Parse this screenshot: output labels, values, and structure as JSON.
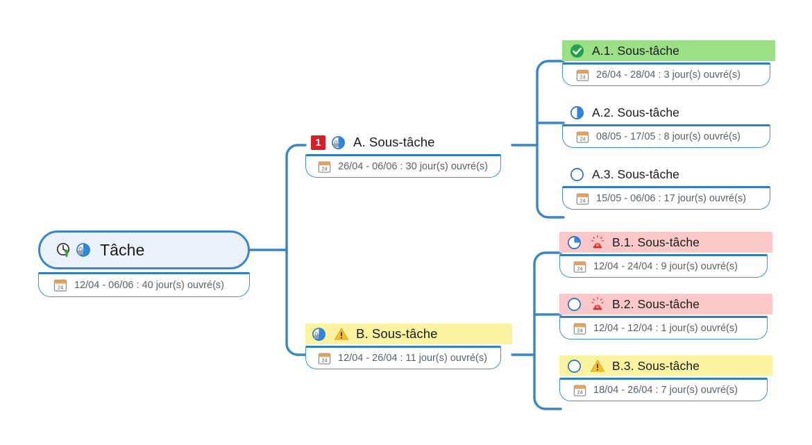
{
  "diagram": {
    "type": "mindmap-gantt",
    "language": "fr",
    "canvas_color": "#ffffff",
    "connector_color": "#3686c8",
    "accent_blue": "#3686c8",
    "highlight_colors": {
      "green": "#9be087",
      "yellow": "#fcf3a0",
      "pink": "#fac8c8"
    }
  },
  "root": {
    "label": "Tâche",
    "date_text": "12/04 - 06/06 : 40 jour(s) ouvré(s)",
    "start": "12/04",
    "end": "06/06",
    "working_days": 40,
    "highlight": "none",
    "icons": [
      "clock-arrow-icon",
      "pie-progress-locked-icon",
      "calendar-icon"
    ],
    "progress_percent": 75,
    "locked": true
  },
  "branches": [
    {
      "id": "a",
      "label": "A. Sous-tâche",
      "date_text": "26/04 - 06/06 : 30 jour(s) ouvré(s)",
      "start": "26/04",
      "end": "06/06",
      "working_days": 30,
      "highlight": "none",
      "priority": "1",
      "icons": [
        "priority-badge-icon",
        "pie-progress-locked-icon",
        "calendar-icon"
      ],
      "progress_percent": 50,
      "locked": true
    },
    {
      "id": "b",
      "label": "B. Sous-tâche",
      "date_text": "12/04 - 26/04 : 11 jour(s) ouvré(s)",
      "start": "12/04",
      "end": "26/04",
      "working_days": 11,
      "highlight": "yellow",
      "priority": null,
      "icons": [
        "pie-progress-locked-icon",
        "warning-triangle-icon",
        "calendar-icon"
      ],
      "progress_percent": 75,
      "locked": true
    }
  ],
  "leaves": [
    {
      "id": "a1",
      "parent": "a",
      "label": "A.1. Sous-tâche",
      "date_text": "26/04 - 28/04 : 3 jour(s) ouvré(s)",
      "start": "26/04",
      "end": "28/04",
      "working_days": 3,
      "highlight": "green",
      "icons": [
        "check-circle-icon",
        "calendar-icon"
      ],
      "progress_percent": 100,
      "alert": null
    },
    {
      "id": "a2",
      "parent": "a",
      "label": "A.2. Sous-tâche",
      "date_text": "08/05 - 17/05 : 8 jour(s) ouvré(s)",
      "start": "08/05",
      "end": "17/05",
      "working_days": 8,
      "highlight": "none",
      "icons": [
        "pie-progress-icon",
        "calendar-icon"
      ],
      "progress_percent": 50,
      "alert": null
    },
    {
      "id": "a3",
      "parent": "a",
      "label": "A.3. Sous-tâche",
      "date_text": "15/05 - 06/06 : 17 jour(s) ouvré(s)",
      "start": "15/05",
      "end": "06/06",
      "working_days": 17,
      "highlight": "none",
      "icons": [
        "pie-progress-icon",
        "calendar-icon"
      ],
      "progress_percent": 0,
      "alert": null
    },
    {
      "id": "b1",
      "parent": "b",
      "label": "B.1. Sous-tâche",
      "date_text": "12/04 - 24/04 : 9 jour(s) ouvré(s)",
      "start": "12/04",
      "end": "24/04",
      "working_days": 9,
      "highlight": "pink",
      "icons": [
        "pie-progress-icon",
        "alarm-siren-icon",
        "calendar-icon"
      ],
      "progress_percent": 25,
      "alert": "alarm"
    },
    {
      "id": "b2",
      "parent": "b",
      "label": "B.2. Sous-tâche",
      "date_text": "12/04 - 12/04 : 1 jour(s) ouvré(s)",
      "start": "12/04",
      "end": "12/04",
      "working_days": 1,
      "highlight": "pink",
      "icons": [
        "pie-progress-icon",
        "alarm-siren-icon",
        "calendar-icon"
      ],
      "progress_percent": 0,
      "alert": "alarm"
    },
    {
      "id": "b3",
      "parent": "b",
      "label": "B.3. Sous-tâche",
      "date_text": "18/04 - 26/04 : 7 jour(s) ouvré(s)",
      "start": "18/04",
      "end": "26/04",
      "working_days": 7,
      "highlight": "yellow",
      "icons": [
        "pie-progress-icon",
        "warning-triangle-icon",
        "calendar-icon"
      ],
      "progress_percent": 0,
      "alert": "warning"
    }
  ]
}
